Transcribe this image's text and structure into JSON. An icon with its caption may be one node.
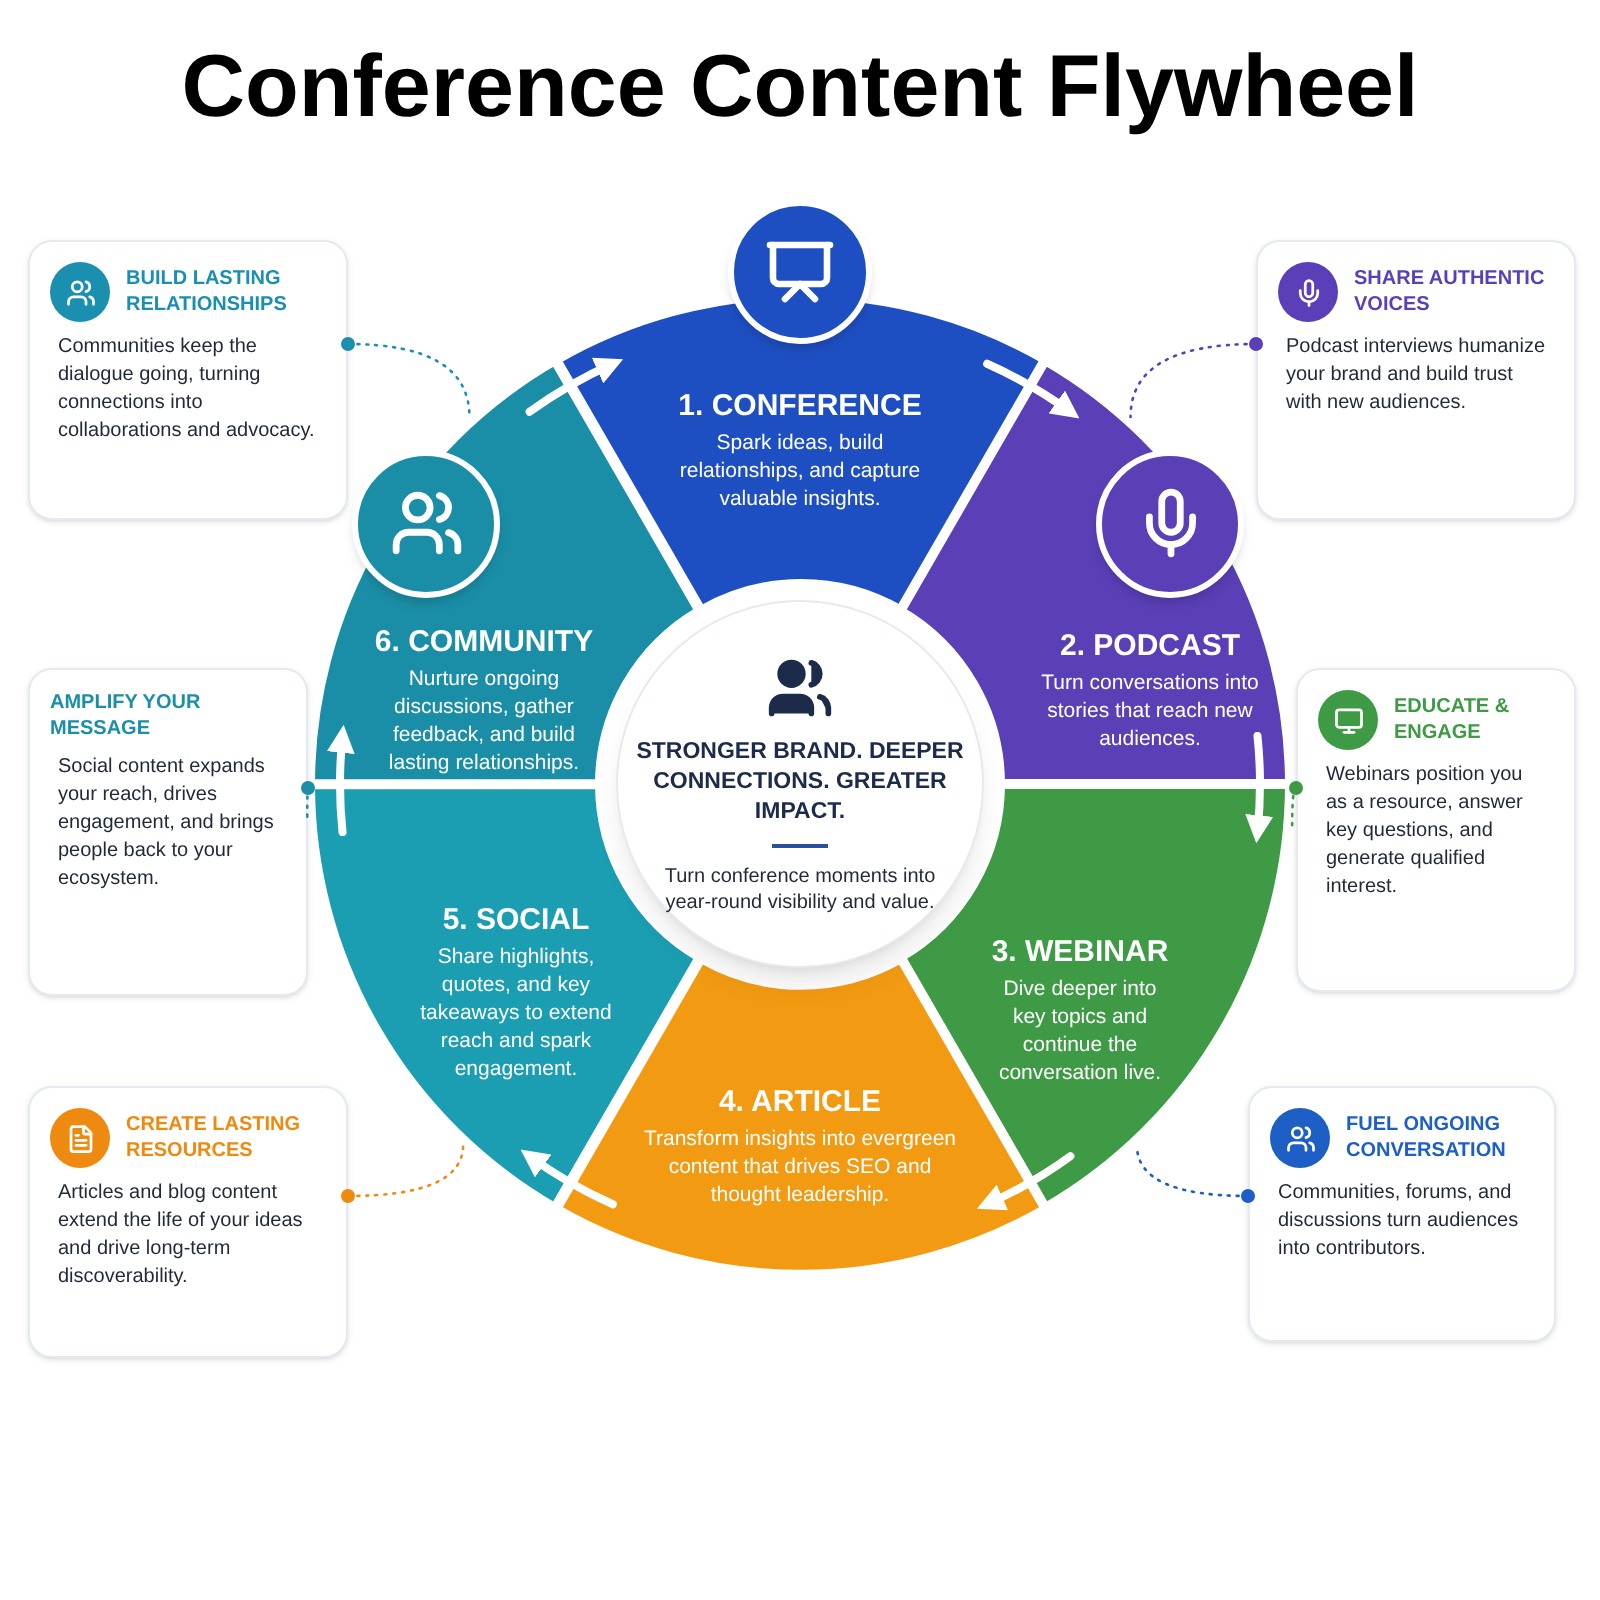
{
  "diagram": {
    "title": "Conference Content Flywheel",
    "nodes": [
      {
        "text": [
          "STRONGER BRAND. DEEPER CONNECTIONS. GREATER IMPACT.",
          "Turn conference moments into year-round visibility and value."
        ]
      },
      {
        "text": [
          "1. CONFERENCE",
          "Spark ideas, build relationships, and capture valuable insights."
        ]
      },
      {
        "text": [
          "2. PODCAST",
          "Turn conversations into stories that reach new audiences."
        ]
      },
      {
        "text": [
          "3. WEBINAR",
          "Dive deeper into key topics and continue the conversation live."
        ]
      },
      {
        "text": [
          "4. ARTICLE",
          "Transform insights into evergreen content that drives SEO and thought leadership."
        ]
      },
      {
        "text": [
          "5. SOCIAL",
          "Share highlights, quotes, and key takeaways to extend reach and spark engagement."
        ]
      },
      {
        "text": [
          "6. COMMUNITY",
          "Nurture ongoing discussions, gather feedback, and build lasting relationships."
        ]
      },
      {
        "text": [
          "BUILD LASTING RELATIONSHIPS",
          "Communities keep the dialogue going, turning connections into collaborations and advocacy."
        ]
      },
      {
        "text": [
          "SHARE AUTHENTIC VOICES",
          "Podcast interviews humanize your brand and build trust with new audiences."
        ]
      },
      {
        "text": [
          "AMPLIFY YOUR MESSAGE",
          "Social content expands your reach, drives engagement, and brings people back to your ecosystem."
        ]
      },
      {
        "text": [
          "EDUCATE & ENGAGE",
          "Webinars position you as a resource, answer key questions, and generate qualified interest."
        ]
      },
      {
        "text": [
          "CREATE LASTING RESOURCES",
          "Articles and blog content extend the life of your ideas and drive long-term discoverability."
        ]
      },
      {
        "text": [
          "FUEL ONGOING CONVERSATION",
          "Communities, forums, and discussions turn audiences into contributors."
        ]
      }
    ],
    "edges": [
      {
        "from": 1,
        "to": 2,
        "arrow": "to",
        "style": "thick"
      },
      {
        "from": 2,
        "to": 3,
        "arrow": "to",
        "style": "thick"
      },
      {
        "from": 3,
        "to": 4,
        "arrow": "to",
        "style": "thick"
      },
      {
        "from": 4,
        "to": 5,
        "arrow": "to",
        "style": "thick"
      },
      {
        "from": 5,
        "to": 6,
        "arrow": "to",
        "style": "thick"
      },
      {
        "from": 6,
        "to": 1,
        "arrow": "to",
        "style": "thick"
      },
      {
        "from": 7,
        "to": 6,
        "arrow": "other",
        "style": "dashed",
        "color": "#1b8fb0"
      },
      {
        "from": 8,
        "to": 2,
        "arrow": "other",
        "style": "dashed",
        "color": "#5b3fb8"
      },
      {
        "from": 9,
        "to": 5,
        "arrow": "other",
        "style": "dashed",
        "color": "#1a8fa6"
      },
      {
        "from": 10,
        "to": 3,
        "arrow": "other",
        "style": "dashed",
        "color": "#3f9a45"
      },
      {
        "from": 11,
        "to": 5,
        "arrow": "other",
        "style": "dashed",
        "color": "#ee8a10"
      },
      {
        "from": 12,
        "to": 3,
        "arrow": "other",
        "style": "dashed",
        "color": "#1d5fc4"
      }
    ]
  }
}
